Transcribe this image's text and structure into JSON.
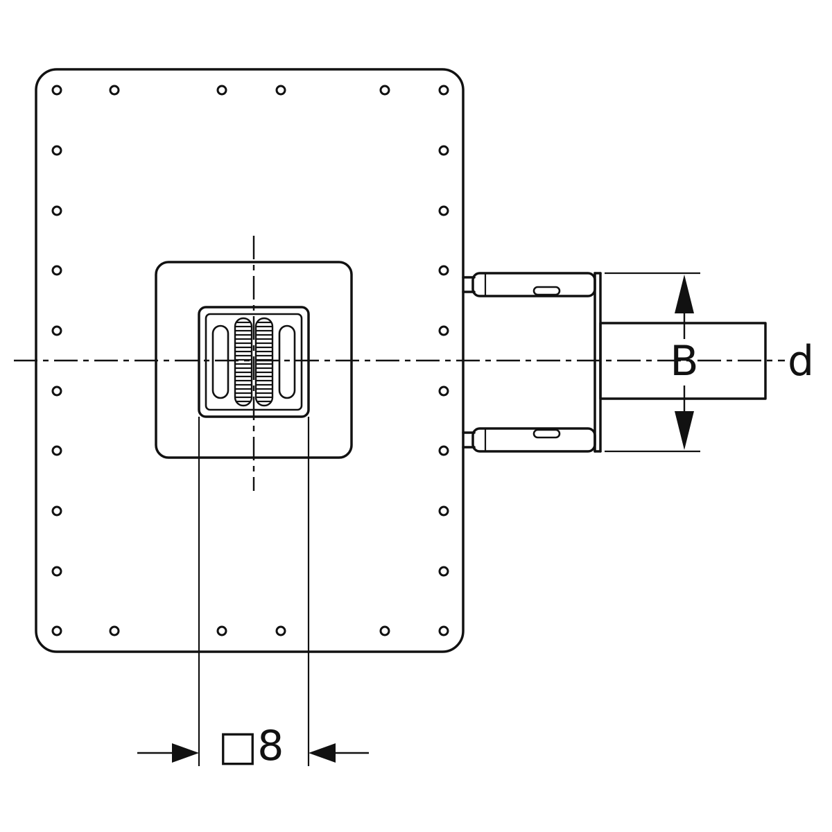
{
  "drawing": {
    "title": "floor-drain-dimension-drawing",
    "labels": {
      "height_dimension": "B",
      "diameter_dimension": "d",
      "grate_dimension": "□8"
    },
    "colors": {
      "line": "#111111",
      "background": "#ffffff"
    }
  }
}
